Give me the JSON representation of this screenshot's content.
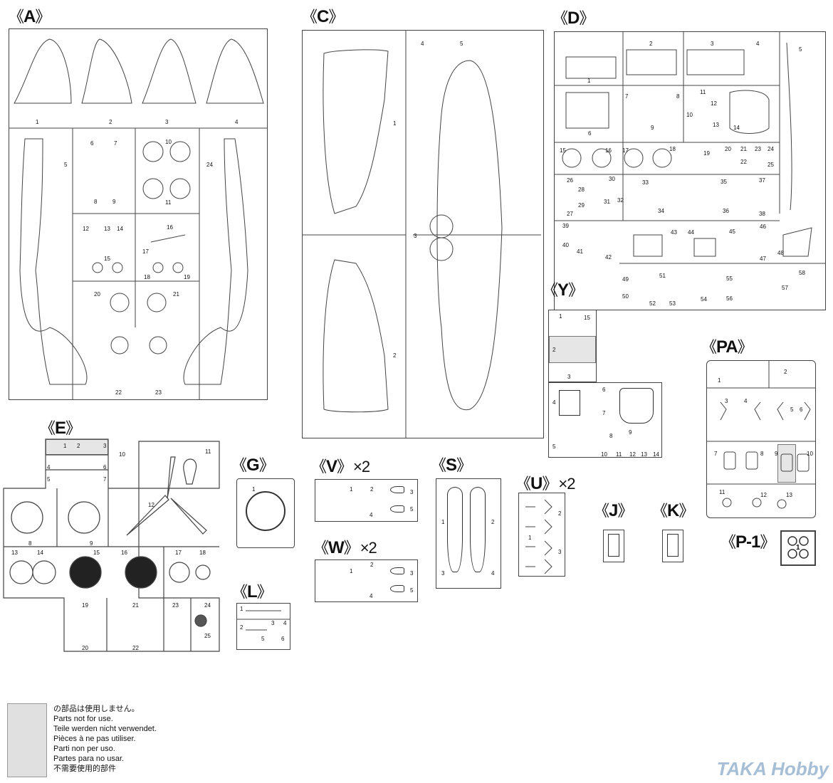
{
  "sprues": {
    "A": {
      "label": "A",
      "parts": [
        "1",
        "2",
        "3",
        "4",
        "5",
        "6",
        "7",
        "8",
        "9",
        "10",
        "11",
        "12",
        "13",
        "14",
        "15",
        "16",
        "17",
        "18",
        "19",
        "20",
        "21",
        "22",
        "23",
        "24"
      ]
    },
    "C": {
      "label": "C",
      "parts": [
        "1",
        "2",
        "3",
        "4",
        "5"
      ]
    },
    "D": {
      "label": "D",
      "parts": [
        "1",
        "2",
        "3",
        "4",
        "5",
        "6",
        "7",
        "8",
        "9",
        "10",
        "11",
        "12",
        "13",
        "14",
        "15",
        "16",
        "17",
        "18",
        "19",
        "20",
        "21",
        "22",
        "23",
        "24",
        "25",
        "26",
        "27",
        "28",
        "29",
        "30",
        "31",
        "32",
        "33",
        "34",
        "35",
        "36",
        "37",
        "38",
        "39",
        "40",
        "41",
        "42",
        "43",
        "44",
        "45",
        "46",
        "47",
        "48",
        "49",
        "50",
        "51",
        "52",
        "53",
        "54",
        "55",
        "56",
        "57",
        "58"
      ]
    },
    "Y": {
      "label": "Y",
      "parts": [
        "1",
        "2",
        "3",
        "4",
        "5",
        "6",
        "7",
        "8",
        "9",
        "10",
        "11",
        "12",
        "13",
        "14",
        "15"
      ]
    },
    "PA": {
      "label": "PA",
      "parts": [
        "1",
        "2",
        "3",
        "4",
        "5",
        "6",
        "7",
        "8",
        "9",
        "10",
        "11",
        "12",
        "13"
      ]
    },
    "E": {
      "label": "E",
      "parts": [
        "1",
        "2",
        "3",
        "4",
        "5",
        "6",
        "7",
        "8",
        "9",
        "10",
        "11",
        "12",
        "13",
        "14",
        "15",
        "16",
        "17",
        "18",
        "19",
        "20",
        "21",
        "22",
        "23",
        "24",
        "25"
      ]
    },
    "G": {
      "label": "G",
      "parts": [
        "1"
      ]
    },
    "V": {
      "label": "V",
      "multiplier": "×2",
      "parts": [
        "1",
        "2",
        "3",
        "4",
        "5"
      ]
    },
    "W": {
      "label": "W",
      "multiplier": "×2",
      "parts": [
        "1",
        "2",
        "3",
        "4",
        "5"
      ]
    },
    "S": {
      "label": "S",
      "parts": [
        "1",
        "2",
        "3",
        "4"
      ]
    },
    "U": {
      "label": "U",
      "multiplier": "×2",
      "parts": [
        "1",
        "2",
        "3"
      ]
    },
    "J": {
      "label": "J"
    },
    "K": {
      "label": "K"
    },
    "L": {
      "label": "L",
      "parts": [
        "1",
        "2",
        "3",
        "4",
        "5",
        "6"
      ]
    },
    "P1": {
      "label": "P-1",
      "parts": [
        "1"
      ]
    }
  },
  "legend": {
    "lines": [
      "の部品は使用しません。",
      "Parts not for use.",
      "Teile werden nicht verwendet.",
      "Pièces à ne pas utiliser.",
      "Parti non per uso.",
      "Partes para no usar.",
      "不需要使用的部件"
    ],
    "swatch_color": "#e0e0e0"
  },
  "watermark": "TAKA Hobby",
  "colors": {
    "line": "#444444",
    "unused": "#e0e0e0",
    "watermark": "#a7bfd6"
  }
}
